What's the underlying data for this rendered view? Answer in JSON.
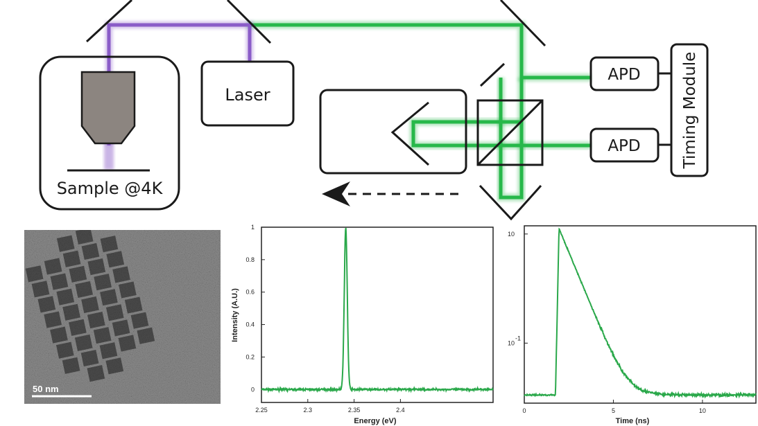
{
  "labels": {
    "laser": "Laser",
    "sample": "Sample @4K",
    "apd_top": "APD",
    "apd_bottom": "APD",
    "timing": "Timing Module",
    "scale_bar": "50 nm"
  },
  "colors": {
    "green_beam": "#27b84a",
    "purple_beam": "#8a5cc8",
    "objective": "#8c8580",
    "plot_line": "#2aa84a"
  },
  "chart_data": [
    {
      "type": "line",
      "xlabel": "Energy (eV)",
      "ylabel": "Intensity (A.U.)",
      "xlim": [
        2.25,
        2.5
      ],
      "ylim": [
        -0.08,
        1.0
      ],
      "xticks": [
        "2.25",
        "2.3",
        "2.35",
        "2.4"
      ],
      "xtick_values": [
        2.25,
        2.3,
        2.35,
        2.4
      ],
      "yticks": [
        "0",
        "0.2",
        "0.4",
        "0.6",
        "0.8",
        "1"
      ],
      "ytick_values": [
        0,
        0.2,
        0.4,
        0.6,
        0.8,
        1.0
      ],
      "peak_x": 2.341,
      "peak_y": 1.0,
      "peak_width": 0.0016,
      "noise": 0.01
    },
    {
      "type": "line",
      "xlabel": "Time (ns)",
      "ylabel": "",
      "xlim": [
        0,
        13
      ],
      "ylim_log10": [
        -2.1,
        1.15
      ],
      "xticks": [
        "0",
        "5",
        "10"
      ],
      "xtick_values": [
        0,
        5,
        10
      ],
      "yticks": [
        "10",
        "10"
      ],
      "ytick_exponents": [
        "",
        "-1"
      ],
      "ytick_values_log10": [
        1,
        -1
      ],
      "rise_x": 1.75,
      "peak_x": 1.95,
      "peak_log10": 1.1,
      "decay_ns": 0.55,
      "floor_log10": -1.95
    }
  ]
}
